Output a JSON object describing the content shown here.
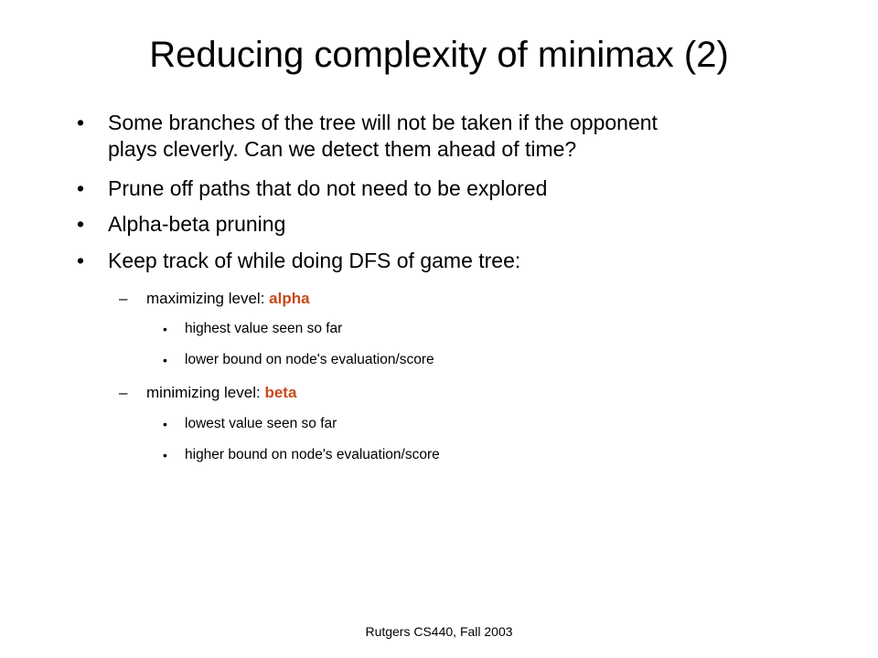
{
  "slide": {
    "title": "Reducing complexity of minimax (2)",
    "accent_color": "#c8491b",
    "bullets": [
      {
        "line1": "Some branches of the tree will not be taken if the opponent",
        "line2": "plays cleverly.  Can we detect them ahead of time?"
      },
      {
        "text": "Prune off paths that do not need to be explored"
      },
      {
        "text": "Alpha-beta pruning"
      },
      {
        "text": "Keep track of while doing DFS of game tree:"
      }
    ],
    "levels": [
      {
        "label": "maximizing level: ",
        "term": "alpha",
        "points": [
          "highest value seen so far",
          "lower bound on node's evaluation/score"
        ]
      },
      {
        "label": "minimizing level: ",
        "term": "beta",
        "points": [
          "lowest value seen so far",
          "higher bound on node's evaluation/score"
        ]
      }
    ],
    "bullet_glyph": "•",
    "dash_glyph": "–",
    "footer": "Rutgers CS440, Fall 2003"
  }
}
